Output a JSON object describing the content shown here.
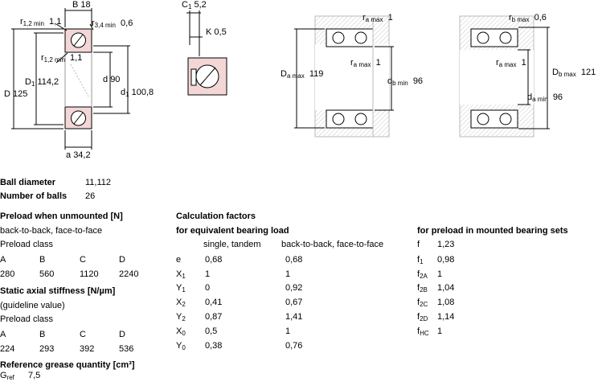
{
  "drawings": {
    "left": {
      "B": "B",
      "B_val": "18",
      "r12min_a": "r",
      "r12min_a_sub": "1,2 min",
      "r12min_a_val": "1,1",
      "r34min": "r",
      "r34min_sub": "3,4 min",
      "r34min_val": "0,6",
      "r12min_b": "r",
      "r12min_b_sub": "1,2 min",
      "r12min_b_val": "1,1",
      "D": "D",
      "D_val": "125",
      "D1": "D",
      "D1_sub": "1",
      "D1_val": "114,2",
      "d": "d",
      "d_val": "90",
      "d1": "d",
      "d1_sub": "1",
      "d1_val": "100,8",
      "a": "a",
      "a_val": "34,2"
    },
    "small": {
      "C1": "C",
      "C1_sub": "1",
      "C1_val": "5,2",
      "K": "K",
      "K_val": "0,5"
    },
    "mid": {
      "ramax1": "r",
      "ramax1_sub": "a max",
      "ramax1_val": "1",
      "ramax2": "r",
      "ramax2_sub": "a max",
      "ramax2_val": "1",
      "Damax": "D",
      "Damax_sub": "a max",
      "Damax_val": "119",
      "dbmin": "d",
      "dbmin_sub": "b min",
      "dbmin_val": "96"
    },
    "right": {
      "rbmax": "r",
      "rbmax_sub": "b max",
      "rbmax_val": "0,6",
      "ramax": "r",
      "ramax_sub": "a max",
      "ramax_val": "1",
      "Dbmax": "D",
      "Dbmax_sub": "b max",
      "Dbmax_val": "121",
      "damin": "d",
      "damin_sub": "a min",
      "damin_val": "96"
    }
  },
  "specs": {
    "ball_diameter_label": "Ball diameter",
    "ball_diameter_value": "11,112",
    "number_of_balls_label": "Number of balls",
    "number_of_balls_value": "26",
    "preload_heading": "Preload when unmounted [N]",
    "preload_arrangement": "back-to-back, face-to-face",
    "preload_class_label": "Preload class",
    "preload_classes": [
      "A",
      "B",
      "C",
      "D"
    ],
    "preload_values": [
      "280",
      "560",
      "1120",
      "2240"
    ],
    "stiffness_heading": "Static axial stiffness [N/µm]",
    "stiffness_note": "(guideline value)",
    "stiffness_class_label": "Preload class",
    "stiffness_classes": [
      "A",
      "B",
      "C",
      "D"
    ],
    "stiffness_values": [
      "224",
      "293",
      "392",
      "536"
    ],
    "grease_heading": "Reference grease quantity [cm³]",
    "grease_sym": "G",
    "grease_sub": "ref",
    "grease_value": "7,5"
  },
  "calc": {
    "heading": "Calculation factors",
    "subheading": "for equivalent bearing load",
    "col1": "single, tandem",
    "col2": "back-to-back, face-to-face",
    "rows": [
      {
        "sym": "e",
        "sub": "",
        "v1": "0,68",
        "v2": "0,68"
      },
      {
        "sym": "X",
        "sub": "1",
        "v1": "1",
        "v2": "1"
      },
      {
        "sym": "Y",
        "sub": "1",
        "v1": "0",
        "v2": "0,92"
      },
      {
        "sym": "X",
        "sub": "2",
        "v1": "0,41",
        "v2": "0,67"
      },
      {
        "sym": "Y",
        "sub": "2",
        "v1": "0,87",
        "v2": "1,41"
      },
      {
        "sym": "X",
        "sub": "0",
        "v1": "0,5",
        "v2": "1"
      },
      {
        "sym": "Y",
        "sub": "0",
        "v1": "0,38",
        "v2": "0,76"
      }
    ]
  },
  "preload_sets": {
    "heading": "for preload in mounted bearing sets",
    "rows": [
      {
        "sym": "f",
        "sub": "",
        "val": "1,23"
      },
      {
        "sym": "f",
        "sub": "1",
        "val": "0,98"
      },
      {
        "sym": "f",
        "sub": "2A",
        "val": "1"
      },
      {
        "sym": "f",
        "sub": "2B",
        "val": "1,04"
      },
      {
        "sym": "f",
        "sub": "2C",
        "val": "1,08"
      },
      {
        "sym": "f",
        "sub": "2D",
        "val": "1,14"
      },
      {
        "sym": "f",
        "sub": "HC",
        "val": "1"
      }
    ]
  }
}
